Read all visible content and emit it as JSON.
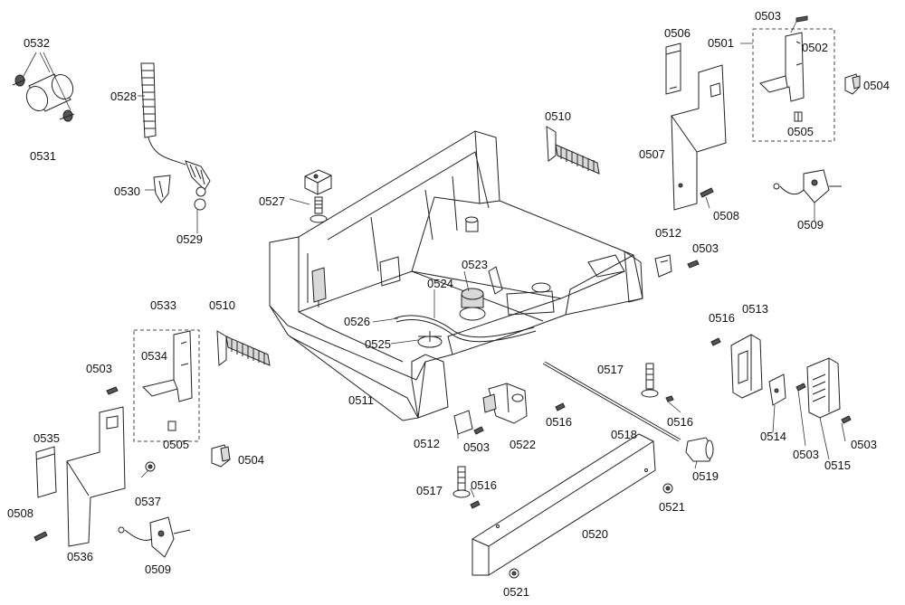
{
  "labels": {
    "l0532": "0532",
    "l0531": "0531",
    "l0528": "0528",
    "l0530": "0530",
    "l0529": "0529",
    "l0527": "0527",
    "l0510a": "0510",
    "l0510b": "0510",
    "l0506": "0506",
    "l0501": "0501",
    "l0502": "0502",
    "l0503a": "0503",
    "l0504a": "0504",
    "l0505a": "0505",
    "l0507": "0507",
    "l0508a": "0508",
    "l0509a": "0509",
    "l0512a": "0512",
    "l0503b": "0503",
    "l0523": "0523",
    "l0524": "0524",
    "l0526": "0526",
    "l0525": "0525",
    "l0533": "0533",
    "l0534": "0534",
    "l0503c": "0503",
    "l0505b": "0505",
    "l0504b": "0504",
    "l0535": "0535",
    "l0537": "0537",
    "l0508b": "0508",
    "l0536": "0536",
    "l0509b": "0509",
    "l0511": "0511",
    "l0512b": "0512",
    "l0503d": "0503",
    "l0522": "0522",
    "l0516a": "0516",
    "l0517a": "0517",
    "l0516b": "0516",
    "l0518": "0518",
    "l0519": "0519",
    "l0516c": "0516",
    "l0513": "0513",
    "l0514": "0514",
    "l0503e": "0503",
    "l0503f": "0503",
    "l0515": "0515",
    "l0517b": "0517",
    "l0516d": "0516",
    "l0520": "0520",
    "l0521a": "0521",
    "l0521b": "0521"
  },
  "colors": {
    "line": "#222222",
    "background": "#ffffff",
    "shade": "#d9d9d9"
  }
}
